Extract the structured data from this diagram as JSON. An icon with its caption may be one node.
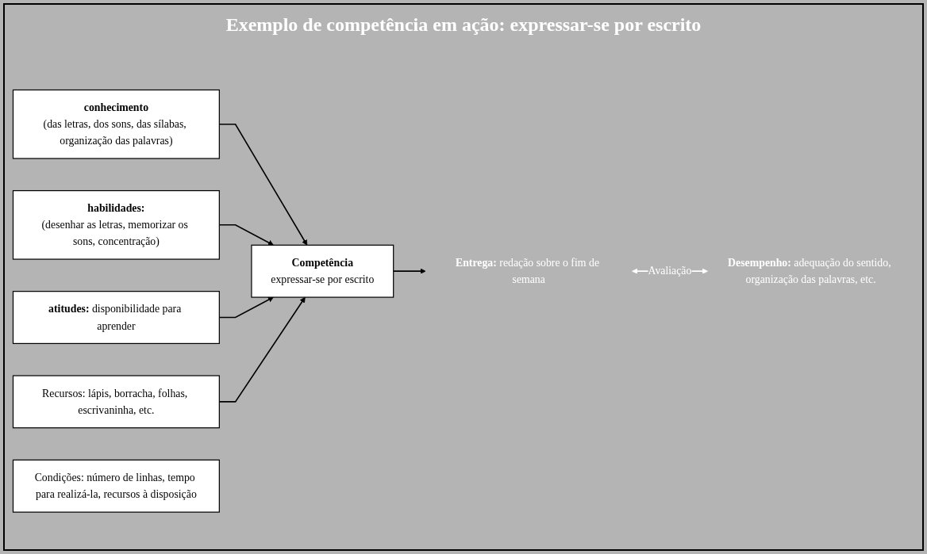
{
  "diagram": {
    "title": "Exemplo de competência em ação: expressar-se por escrito",
    "nodes": [
      {
        "text": [
          "conhecimento",
          "(das letras, dos sons, das sílabas, organização das palavras)"
        ]
      },
      {
        "text": [
          "habilidades:",
          "(desenhar as letras, memorizar os sons, concentração)"
        ]
      },
      {
        "text": [
          "**atitudes:** disponibilidade para aprender"
        ]
      },
      {
        "text": [
          "Competência",
          "expressar-se por escrito"
        ]
      },
      {
        "text": [
          "Recursos: lápis, borracha, folhas, escrivaninha, etc."
        ]
      },
      {
        "text": [
          "**Entrega:** redação sobre o fim de semana"
        ]
      },
      {
        "text": [
          "**Desempenho:** adequação do sentido, organização das palavras, etc."
        ]
      },
      {
        "text": [
          "Condições: número de linhas, tempo para realizá-la, recursos à disposição"
        ]
      }
    ],
    "edges": [
      {
        "from": 0,
        "to": 3,
        "arrow": "to"
      },
      {
        "from": 1,
        "to": 3,
        "arrow": "to"
      },
      {
        "from": 2,
        "to": 3,
        "arrow": "to"
      },
      {
        "from": 4,
        "to": 3,
        "arrow": "to"
      },
      {
        "from": 3,
        "to": 5,
        "arrow": "to"
      },
      {
        "from": 5,
        "to": 6,
        "arrow": "both",
        "label": "Avaliação",
        "color": "#ffffff"
      }
    ]
  }
}
